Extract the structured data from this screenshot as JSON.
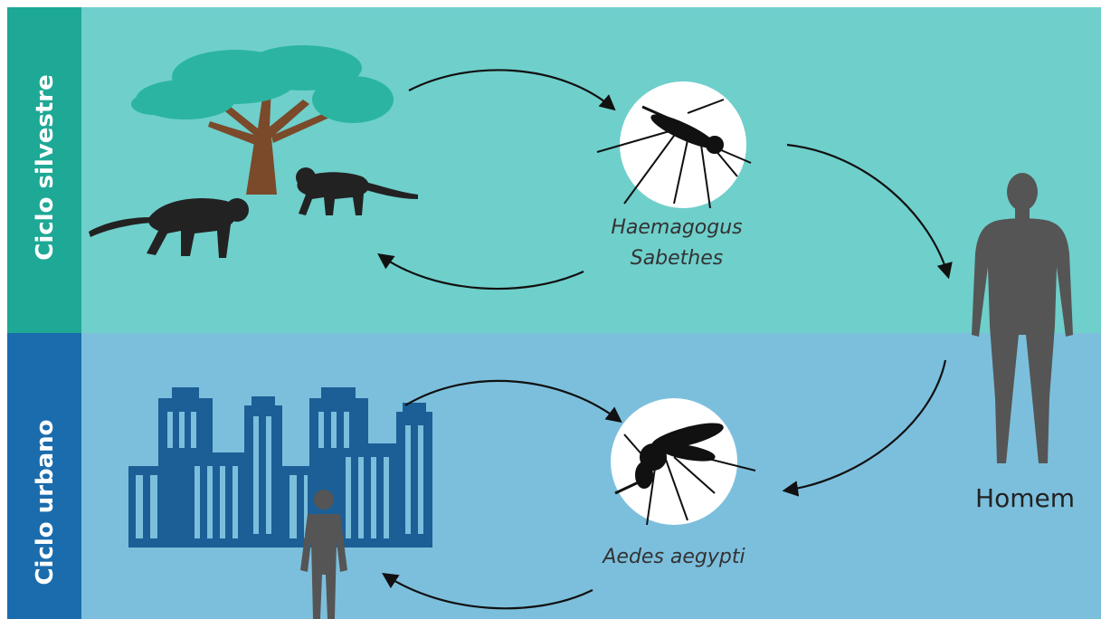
{
  "sylvatic": {
    "label": "Ciclo silvestre",
    "vector_line1": "Haemagogus",
    "vector_line2": "Sabethes",
    "icons": [
      "tree-icon",
      "monkey-icon",
      "monkey-icon",
      "mosquito-icon"
    ]
  },
  "urban": {
    "label": "Ciclo urbano",
    "vector": "Aedes aegypti",
    "icons": [
      "city-buildings-icon",
      "human-small-icon",
      "mosquito-icon"
    ]
  },
  "human": {
    "label": "Homem",
    "icon": "human-silhouette-icon"
  },
  "colors": {
    "sylvatic_band": "#6fcfcb",
    "sylvatic_side": "#1ea896",
    "urban_band": "#7cbfdd",
    "urban_side": "#1a6cad",
    "tree_canopy": "#2bb5a0",
    "tree_trunk": "#7a4a2a",
    "buildings": "#1b5f96",
    "silhouette": "#555555",
    "mosquito_bg": "#ffffff",
    "mosquito": "#111111"
  }
}
